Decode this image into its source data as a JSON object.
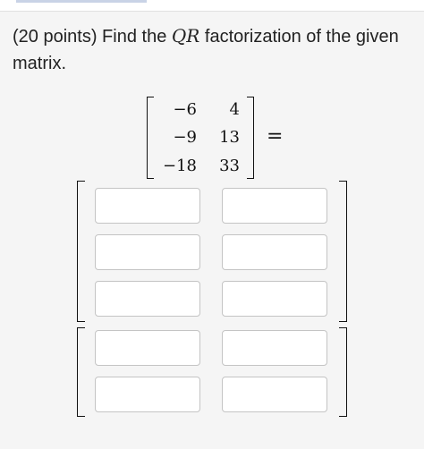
{
  "question": {
    "prefix": "(20 points) Find the ",
    "var_q": "Q",
    "var_r": "R",
    "suffix": " factorization of the given matrix."
  },
  "given_matrix": {
    "rows": [
      [
        "−6",
        "4"
      ],
      [
        "−9",
        "13"
      ],
      [
        "−18",
        "33"
      ]
    ]
  },
  "equals": "=",
  "answer": {
    "q_matrix": {
      "rows": [
        [
          "",
          ""
        ],
        [
          "",
          ""
        ],
        [
          "",
          ""
        ]
      ]
    },
    "r_matrix": {
      "rows": [
        [
          "",
          ""
        ],
        [
          "",
          ""
        ]
      ]
    }
  }
}
